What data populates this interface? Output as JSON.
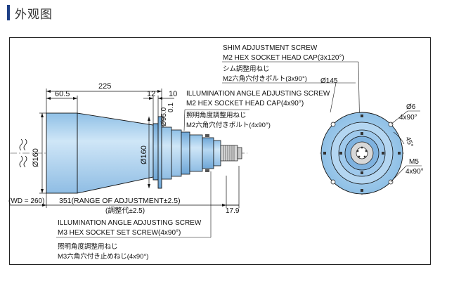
{
  "heading": {
    "title": "外观图"
  },
  "colors": {
    "body": "#a8d0ee",
    "body_dark": "#7fb2df",
    "body_light": "#cfe6f7",
    "line": "#111111",
    "accent": "#1d3f86"
  },
  "dimensions": {
    "d225": "225",
    "d60_5": "60.5",
    "d12": "12",
    "d10": "10",
    "d0_1": "0.1",
    "d95_0": "Ø95.0",
    "d160_left": "Ø160",
    "d160_mid": "Ø160",
    "d145": "Ø145",
    "d6": "Ø6",
    "deg45": "45°",
    "wd": "(WD = 260)",
    "range": "351(RANGE OF ADJUSTMENT±2.5)",
    "range_jp": "(調整代±2.5)",
    "d17_9": "17.9",
    "hole6": "4x90°",
    "m5": "M5",
    "m5_count": "4x90°"
  },
  "annotations": {
    "shim_title": "SHIM ADJUSTMENT SCREW",
    "shim_spec": "M2 HEX SOCKET HEAD CAP(3x120°)",
    "shim_jp_title": "シム調整用ねじ",
    "shim_jp_spec": "M2六角穴付きボルト(3x90°)",
    "illum_top_title": "ILLUMINATION ANGLE ADJUSTING SCREW",
    "illum_top_spec": "M2 HEX SOCKET HEAD CAP(4x90°)",
    "illum_top_jp_title": "照明角度調整用ねじ",
    "illum_top_jp_spec": "M2六角穴付きボルト(4x90°)",
    "illum_bot_title": "ILLUMINATION ANGLE ADJUSTING SCREW",
    "illum_bot_spec": "M3 HEX SOCKET SET SCREW(4x90°)",
    "illum_bot_jp_title": "照明角度調整用ねじ",
    "illum_bot_jp_spec": "M3六角穴付き止めねじ(4x90°)"
  }
}
